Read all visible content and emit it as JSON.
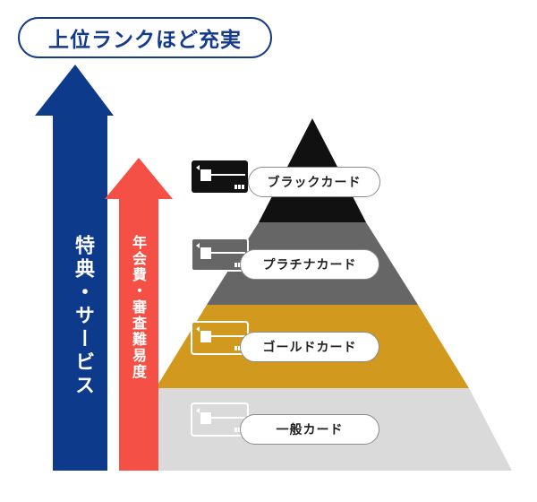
{
  "title": "上位ランクほど充実",
  "arrow_blue_label": "特典・サービス",
  "arrow_red_label": "年会費・審査難易度",
  "tiers": [
    {
      "label": "ブラックカード",
      "color": "#111111"
    },
    {
      "label": "プラチナカード",
      "color": "#666666"
    },
    {
      "label": "ゴールドカード",
      "color": "#d19a1e"
    },
    {
      "label": "一般カード",
      "color": "#dadada"
    }
  ],
  "colors": {
    "blue": "#0d3a8a",
    "red": "#f55045",
    "title_border": "#143a8c"
  }
}
